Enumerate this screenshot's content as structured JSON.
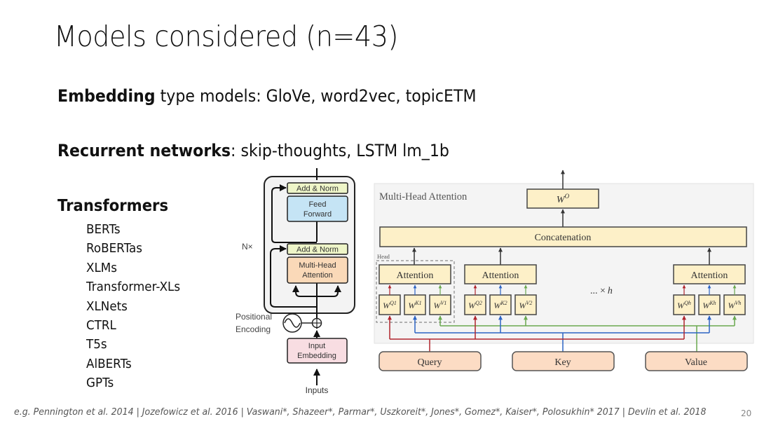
{
  "slide": {
    "title": "Models considered (n=43)",
    "page_number": "20"
  },
  "categories": {
    "embedding": {
      "label": "Embedding",
      "rest": " type models: GloVe, word2vec, topicETM"
    },
    "recurrent": {
      "label": "Recurrent networks",
      "rest": ": skip-thoughts, LSTM lm_1b"
    },
    "transformers": {
      "label": "Transformers",
      "items": [
        "BERTs",
        "RoBERTas",
        "XLMs",
        "Transformer-XLs",
        "XLNets",
        "CTRL",
        "T5s",
        "AlBERTs",
        "GPTs"
      ]
    }
  },
  "encoder_diagram": {
    "add_norm_top": "Add & Norm",
    "feed_forward_line1": "Feed",
    "feed_forward_line2": "Forward",
    "repeat_label": "N×",
    "add_norm_bottom": "Add & Norm",
    "mha_line1": "Multi-Head",
    "mha_line2": "Attention",
    "positional_line1": "Positional",
    "positional_line2": "Encoding",
    "input_emb_line1": "Input",
    "input_emb_line2": "Embedding",
    "inputs_label": "Inputs",
    "colors": {
      "add_norm": "#eef5c8",
      "feed_forward": "#c5e4f5",
      "mha": "#fad9b8",
      "input_embedding": "#f8dde2",
      "block_bg": "#f3f3f3"
    }
  },
  "mha_diagram": {
    "panel_title": "Multi-Head Attention",
    "head_label": "Head",
    "wo_label": "W",
    "wo_sup": "O",
    "concat_label": "Concatenation",
    "attention_label": "Attention",
    "ellipsis_label": "... ×",
    "ellipsis_h": "h",
    "heads": [
      {
        "q": "Q1",
        "k": "K1",
        "v": "V1"
      },
      {
        "q": "Q2",
        "k": "K2",
        "v": "V2"
      },
      {
        "q": "Qh",
        "k": "Kh",
        "v": "Vh"
      }
    ],
    "inputs": [
      "Query",
      "Key",
      "Value"
    ],
    "colors": {
      "box": "#fdf0c8",
      "input": "#fcdcc4",
      "panel": "#f4f4f4",
      "query_line": "#b0252c",
      "key_line": "#2c64c4",
      "value_line": "#6aa84f"
    }
  },
  "footer": {
    "citations": "e.g. Pennington et al. 2014 | Jozefowicz et al. 2016 | Vaswani*, Shazeer*, Parmar*, Uszkoreit*, Jones*, Gomez*, Kaiser*, Polosukhin* 2017 | Devlin et al. 2018"
  }
}
